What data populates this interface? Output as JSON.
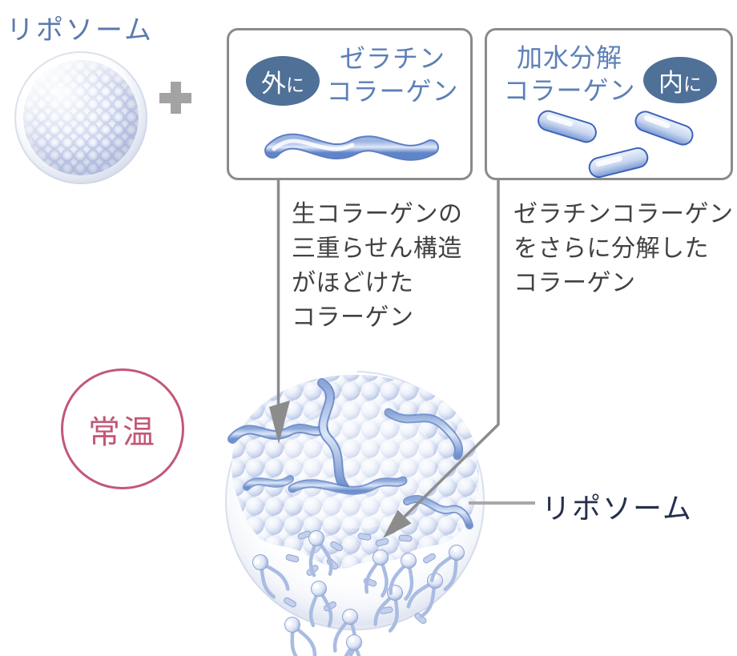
{
  "labels": {
    "liposome_top": "リポソーム",
    "liposome_right": "リポソーム",
    "normal_temp": "常温"
  },
  "box_gelatin": {
    "badge_main": "外",
    "badge_sub": "に",
    "title_lines": [
      "ゼラチン",
      "コラーゲン"
    ],
    "description": "生コラーゲンの\n三重らせん構造\nがほどけた\nコラーゲン"
  },
  "box_hydrolyzed": {
    "badge_main": "内",
    "badge_sub": "に",
    "title_lines": [
      "加水分解",
      "コラーゲン"
    ],
    "description": "ゼラチンコラーゲン\nをさらに分解した\nコラーゲン"
  },
  "icons": {
    "plus": "plus-cross-shape",
    "gelatin_strand": "wavy-collagen-strand",
    "hydrolyzed_capsules": "three-capsule-fragments",
    "liposome_small": "bubble-textured-sphere",
    "liposome_large": "bubble-dome-sphere-with-strands-and-particles",
    "arrows": "gray-connector-arrows"
  },
  "colors": {
    "slate-blue": "#5b7aab",
    "navy": "#26304d",
    "text-blue": "#5d80b6",
    "badge-blue": "#4f7097",
    "pink": "#c25876",
    "desc-gray": "#414141",
    "line-gray": "#8c8c8c",
    "border-gray": "#8b8b8b",
    "plus-gray": "#a3a3a3"
  }
}
